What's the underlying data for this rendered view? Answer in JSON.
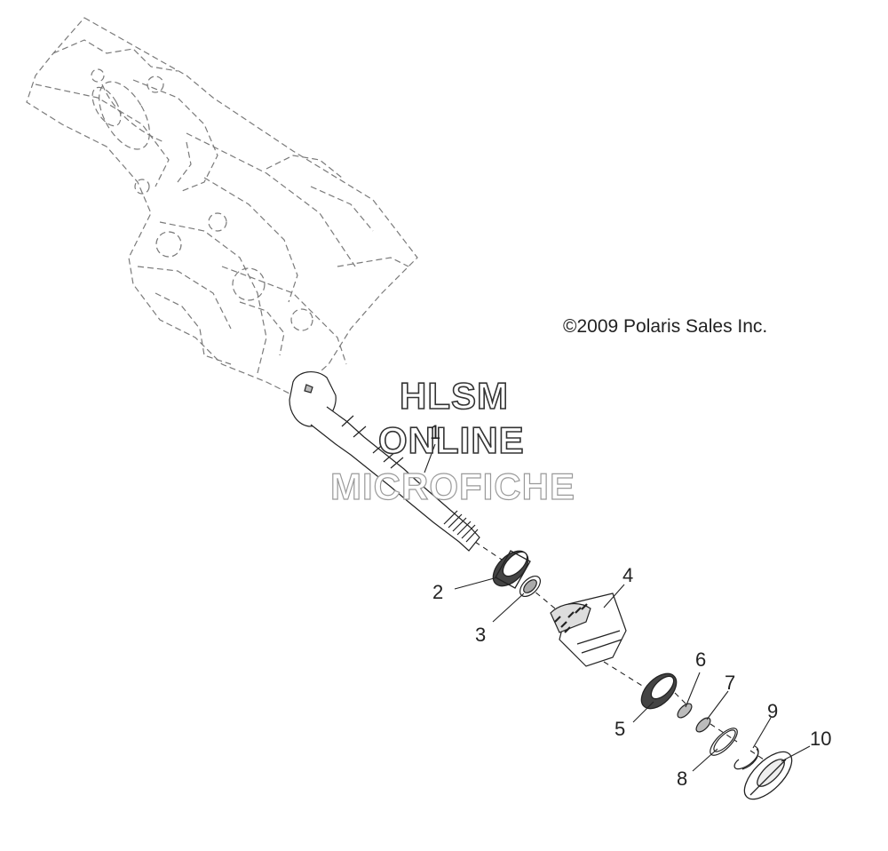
{
  "copyright": "©2009 Polaris Sales Inc.",
  "watermark": {
    "line1": "HLSM",
    "line2": "ONLINE",
    "line3": "MICROFICHE"
  },
  "callouts": [
    "1",
    "2",
    "3",
    "4",
    "5",
    "6",
    "7",
    "8",
    "9",
    "10"
  ]
}
